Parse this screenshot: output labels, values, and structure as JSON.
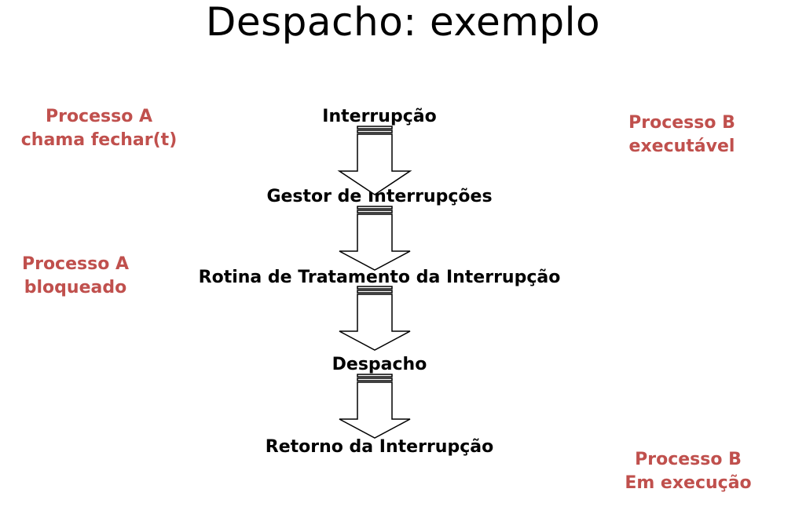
{
  "title": "Despacho: exemplo",
  "steps": [
    "Interrupção",
    "Gestor de Interrupções",
    "Rotina de Tratamento da Interrupção",
    "Despacho",
    "Retorno da Interrupção"
  ],
  "notes": {
    "a_call": [
      "Processo A",
      "chama fechar(t)"
    ],
    "a_blocked": [
      "Processo A",
      "bloqueado"
    ],
    "b_ready": [
      "Processo B",
      "executável"
    ],
    "b_running": [
      "Processo B",
      "Em execução"
    ]
  },
  "colors": {
    "note_text": "#c0504d",
    "step_text": "#000000"
  }
}
